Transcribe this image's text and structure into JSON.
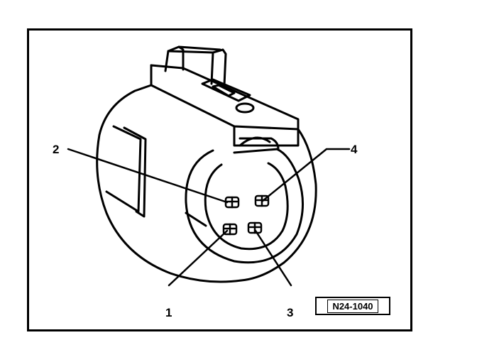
{
  "callouts": {
    "pin1": "1",
    "pin2": "2",
    "pin3": "3",
    "pin4": "4"
  },
  "figure_ref": "N24-1040"
}
